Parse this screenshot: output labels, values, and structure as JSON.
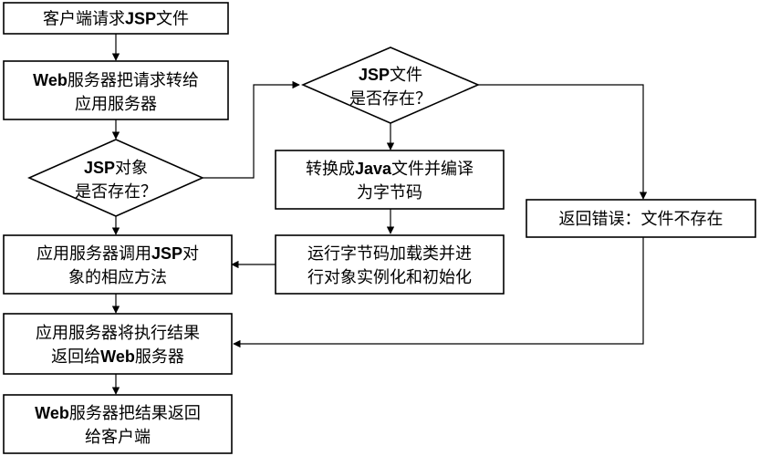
{
  "nodes": {
    "client_request": {
      "lines": [
        [
          "客户端请求",
          "JSP",
          "文件"
        ]
      ]
    },
    "web_forward": {
      "lines": [
        [
          "Web",
          "服务器把请求转给"
        ],
        [
          "应用服务器"
        ]
      ]
    },
    "jsp_object_exists": {
      "lines": [
        [
          "JSP",
          "对象"
        ],
        [
          "是否存在？"
        ]
      ]
    },
    "jsp_file_exists": {
      "lines": [
        [
          "JSP",
          "文件"
        ],
        [
          "是否存在？"
        ]
      ]
    },
    "convert_compile": {
      "lines": [
        [
          "转换成",
          "Java",
          "文件并编译"
        ],
        [
          "为字节码"
        ]
      ]
    },
    "load_instantiate": {
      "lines": [
        [
          "运行字节码加载类并进"
        ],
        [
          "行对象实例化和初始化"
        ]
      ]
    },
    "call_method": {
      "lines": [
        [
          "应用服务器调用",
          "JSP",
          "对"
        ],
        [
          "象的相应方法"
        ]
      ]
    },
    "return_to_web": {
      "lines": [
        [
          "应用服务器将执行结果"
        ],
        [
          "返回给",
          "Web",
          "服务器"
        ]
      ]
    },
    "web_return_client": {
      "lines": [
        [
          "Web",
          "服务器把结果返回"
        ],
        [
          "给客户端"
        ]
      ]
    },
    "error_not_exist": {
      "lines": [
        [
          "返回错误：文件不存在"
        ]
      ]
    }
  }
}
